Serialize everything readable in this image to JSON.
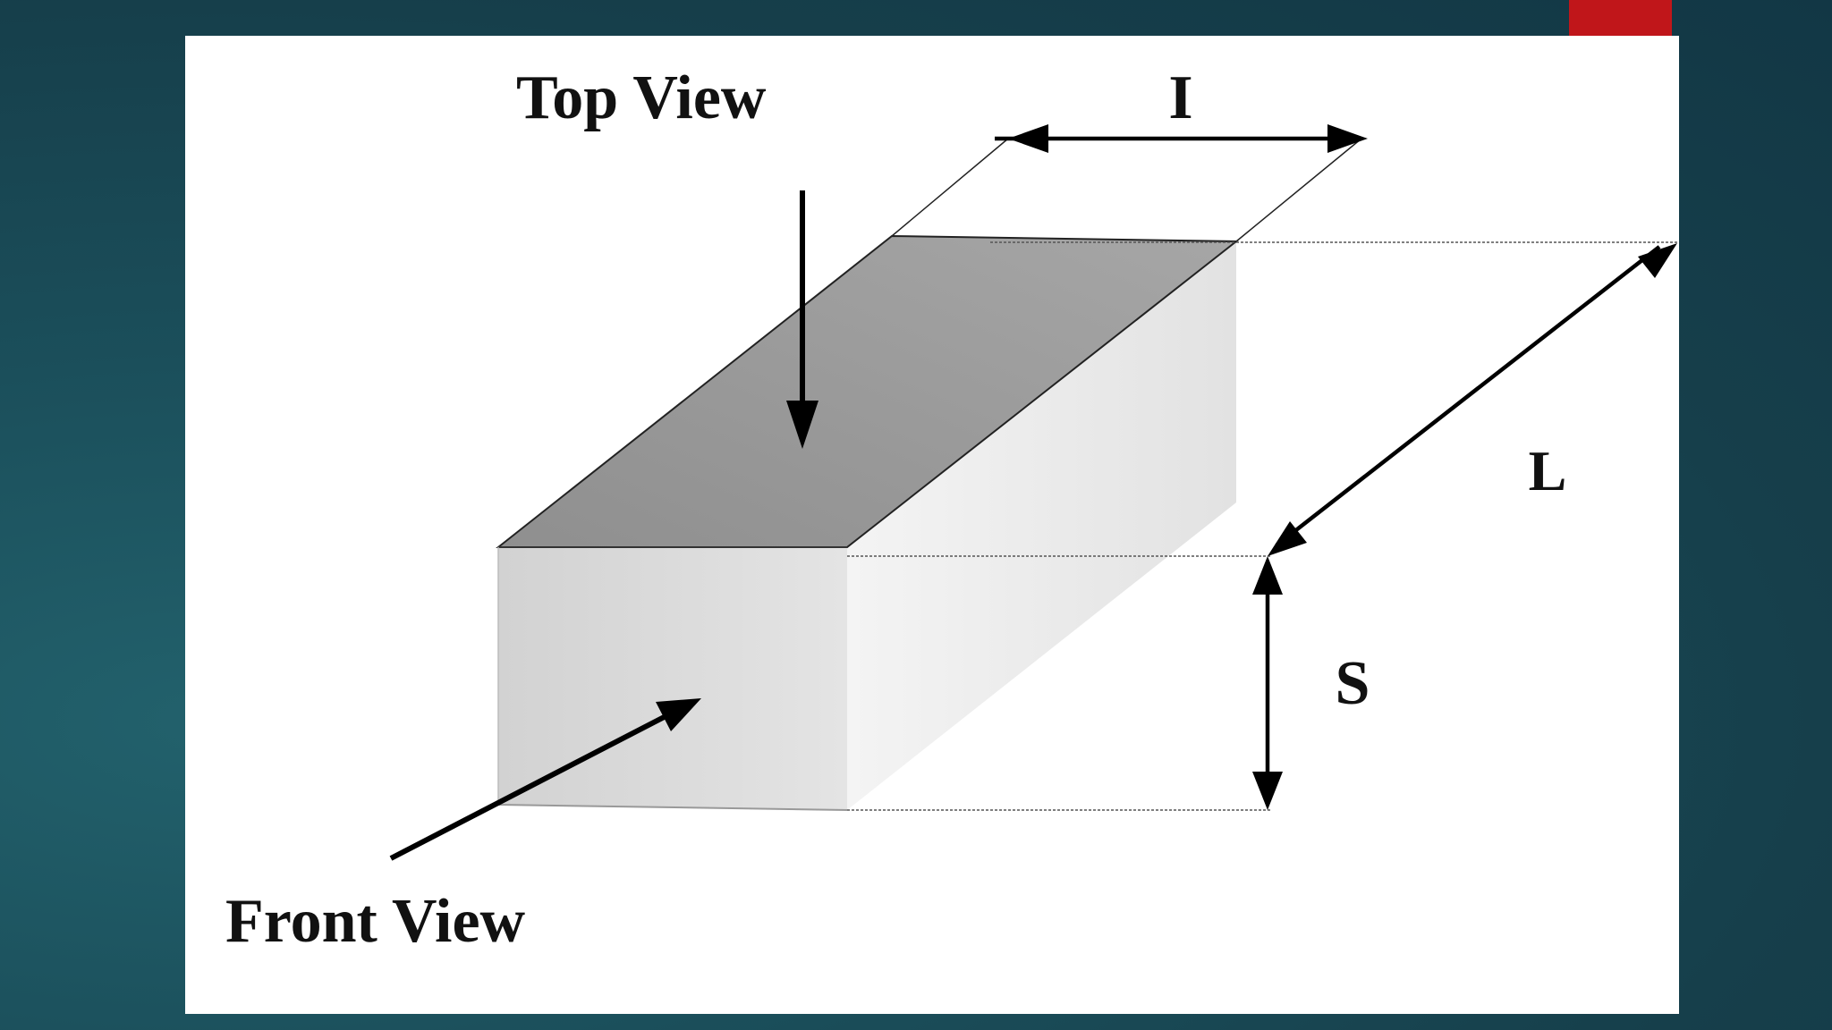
{
  "slide": {
    "accent_color": "#c0161a",
    "panel_color": "#ffffff"
  },
  "diagram": {
    "labels": {
      "top_view": "Top View",
      "front_view": "Front View",
      "width": "I",
      "length": "L",
      "height": "S"
    },
    "colors": {
      "top_face": "#9c9c9c",
      "front_face": "#dadada",
      "side_face": "#ececec",
      "arrow": "#000000"
    }
  }
}
